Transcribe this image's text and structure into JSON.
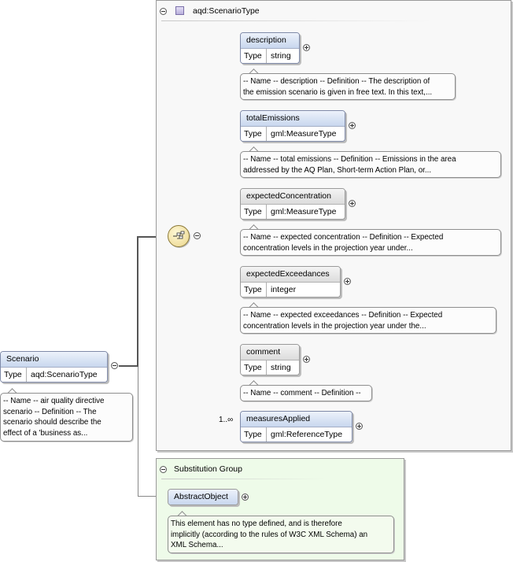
{
  "complex_type": {
    "name": "aqd:ScenarioType"
  },
  "root": {
    "name": "Scenario",
    "type_key": "Type",
    "type_value": "aqd:ScenarioType",
    "doc": [
      "-- Name -- air quality directive",
      "scenario -- Definition -- The",
      "scenario should describe the",
      "effect of a 'business as..."
    ]
  },
  "children": [
    {
      "name": "description",
      "type_key": "Type",
      "type_value": "string",
      "doc": [
        "-- Name -- description -- Definition -- The description of",
        "the emission scenario is given in free text. In this text,..."
      ]
    },
    {
      "name": "totalEmissions",
      "type_key": "Type",
      "type_value": "gml:MeasureType",
      "doc": [
        "-- Name -- total emissions -- Definition -- Emissions in the area",
        "addressed by the AQ Plan, Short-term Action Plan, or..."
      ]
    },
    {
      "name": "expectedConcentration",
      "type_key": "Type",
      "type_value": "gml:MeasureType",
      "doc": [
        "-- Name -- expected concentration -- Definition -- Expected",
        "concentration levels in the projection year under..."
      ]
    },
    {
      "name": "expectedExceedances",
      "type_key": "Type",
      "type_value": "integer",
      "doc": [
        "-- Name -- expected exceedances -- Definition -- Expected",
        "concentration levels in the projection year under the..."
      ]
    },
    {
      "name": "comment",
      "type_key": "Type",
      "type_value": "string",
      "doc": [
        "-- Name -- comment -- Definition --"
      ]
    },
    {
      "name": "measuresApplied",
      "type_key": "Type",
      "type_value": "gml:ReferenceType",
      "multiplicity": "1..∞"
    }
  ],
  "substitution_group": {
    "title": "Substitution Group",
    "element": "AbstractObject",
    "doc": [
      "This element has no type defined, and is therefore",
      "implicitly (according to the rules of W3C XML Schema) an",
      "XML Schema..."
    ]
  }
}
